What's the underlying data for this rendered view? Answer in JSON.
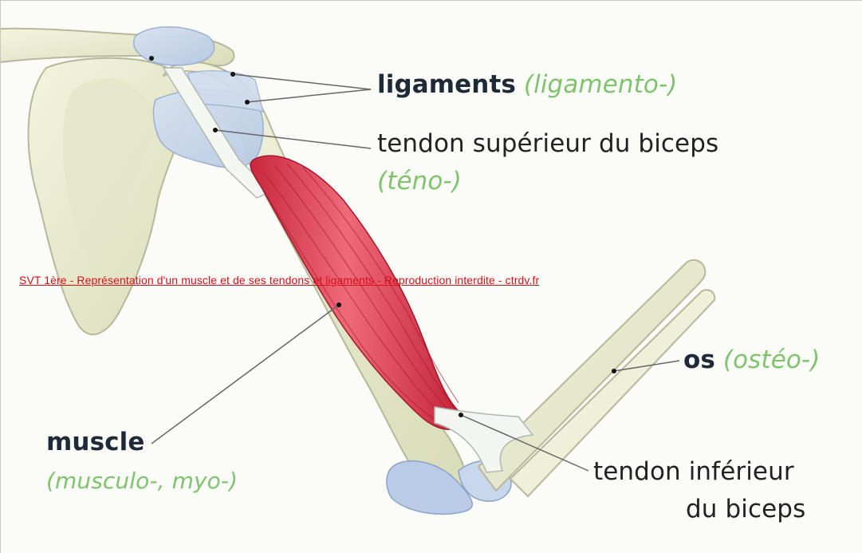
{
  "diagram": {
    "labels": {
      "ligaments": {
        "term": "ligaments",
        "prefix": "(ligamento-)"
      },
      "tendon_superieur": {
        "line1": "tendon supérieur du biceps",
        "prefix": "(téno-)"
      },
      "muscle": {
        "term": "muscle",
        "prefix": "(musculo-, myo-)"
      },
      "os": {
        "term": "os",
        "prefix": "(ostéo-)"
      },
      "tendon_inferieur": {
        "line1": "tendon inférieur",
        "line2": "du biceps"
      }
    },
    "watermark": "SVT 1ère - Représentation d'un muscle et de ses tendons et ligaments - Reproduction interdite - ctrdv.fr",
    "colors": {
      "bone": "#e9ecd1",
      "bone_outline": "#b7b79a",
      "muscle": "#d94a5e",
      "ligament": "#c3d3e8",
      "tendon": "#eef3ee",
      "prefix_green": "#7dc46c",
      "watermark_red": "#d90f1a"
    }
  }
}
